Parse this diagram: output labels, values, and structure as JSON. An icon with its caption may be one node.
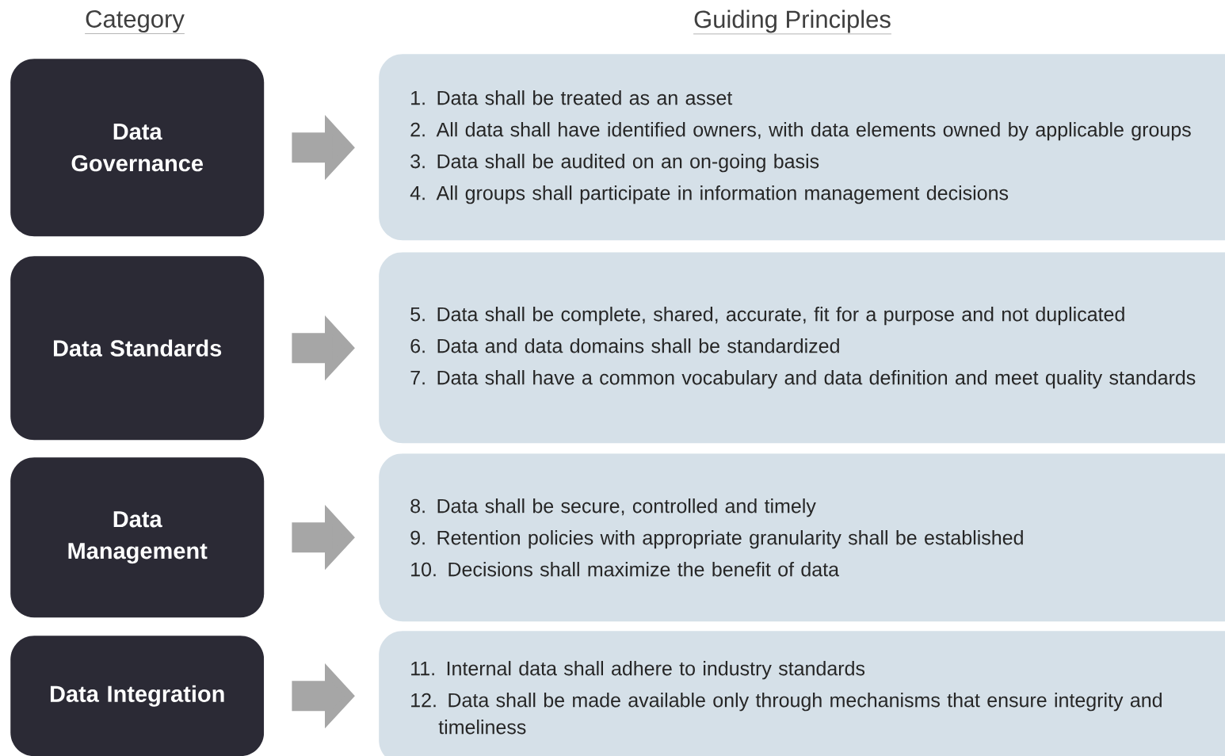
{
  "diagram": {
    "nodes": [
      {
        "text": [
          "Data Governance"
        ]
      },
      {
        "text": [
          "Data Standards"
        ]
      },
      {
        "text": [
          "Data Management"
        ]
      },
      {
        "text": [
          "Data Integration"
        ]
      },
      {
        "text": [
          "1. Data shall be treated as an asset",
          "2. All data shall have identified owners, with data elements owned by applicable groups",
          "3. Data shall be audited on an on-going basis",
          "4. All groups shall participate in information management decisions"
        ]
      },
      {
        "text": [
          "5. Data shall be complete, shared, accurate, fit for a purpose and not duplicated",
          "6. Data and data domains shall be standardized",
          "7. Data shall have a common vocabulary and data definition and meet quality standards"
        ]
      },
      {
        "text": [
          "8. Data shall be secure, controlled and timely",
          "9. Retention policies with appropriate granularity shall be established",
          "10. Decisions shall maximize the benefit of data"
        ]
      },
      {
        "text": [
          "11. Internal data shall adhere to industry standards",
          "12. Data shall be made available only through mechanisms that ensure integrity and timeliness"
        ]
      }
    ],
    "edges": [
      {
        "from": 0,
        "to": 4,
        "arrow": "to"
      },
      {
        "from": 1,
        "to": 5,
        "arrow": "to"
      },
      {
        "from": 2,
        "to": 6,
        "arrow": "to"
      },
      {
        "from": 3,
        "to": 7,
        "arrow": "to"
      }
    ],
    "labels": [
      "Category",
      "Guiding Principles"
    ]
  }
}
